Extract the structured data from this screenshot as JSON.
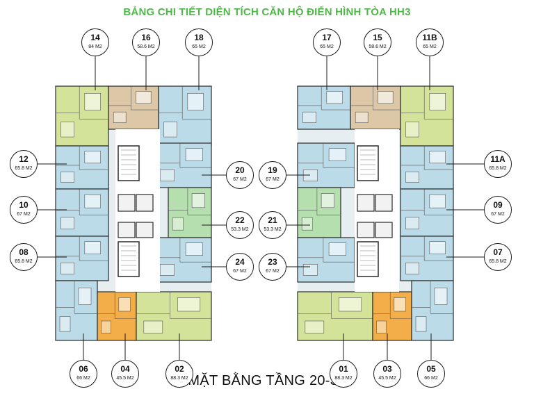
{
  "title": "BẢNG CHI TIẾT DIỆN TÍCH CĂN HỘ ĐIỂN HÌNH TÒA HH3",
  "subtitle": "MẶT BẰNG TẦNG 20-33",
  "colors": {
    "title_green": "#4fb748",
    "unit_blue": "#bcdbe8",
    "unit_olive": "#d4e39a",
    "unit_tan": "#dcc7a6",
    "unit_orange": "#f3ae4a",
    "unit_green": "#b5dfae",
    "wall": "#2a2a2a"
  },
  "units": [
    {
      "id": "14",
      "area": "84 M2"
    },
    {
      "id": "16",
      "area": "58.6 M2"
    },
    {
      "id": "18",
      "area": "65 M2"
    },
    {
      "id": "12",
      "area": "65.8 M2"
    },
    {
      "id": "10",
      "area": "67 M2"
    },
    {
      "id": "08",
      "area": "65.8 M2"
    },
    {
      "id": "20",
      "area": "67 M2"
    },
    {
      "id": "22",
      "area": "53.3 M2"
    },
    {
      "id": "24",
      "area": "67 M2"
    },
    {
      "id": "06",
      "area": "66 M2"
    },
    {
      "id": "04",
      "area": "45.5 M2"
    },
    {
      "id": "02",
      "area": "88.3 M2"
    },
    {
      "id": "17",
      "area": "65 M2"
    },
    {
      "id": "15",
      "area": "58.6 M2"
    },
    {
      "id": "11B",
      "area": "65 M2"
    },
    {
      "id": "19",
      "area": "67 M2"
    },
    {
      "id": "21",
      "area": "53.3 M2"
    },
    {
      "id": "23",
      "area": "67 M2"
    },
    {
      "id": "11A",
      "area": "65.8 M2"
    },
    {
      "id": "09",
      "area": "67 M2"
    },
    {
      "id": "07",
      "area": "65.8 M2"
    },
    {
      "id": "01",
      "area": "88.3 M2"
    },
    {
      "id": "03",
      "area": "45.5 M2"
    },
    {
      "id": "05",
      "area": "66 M2"
    }
  ]
}
